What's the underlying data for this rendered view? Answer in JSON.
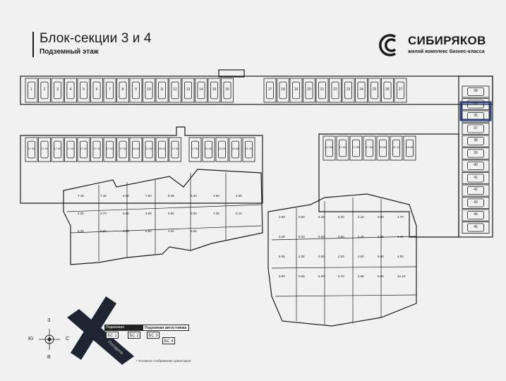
{
  "header": {
    "title": "Блок-секции 3 и 4",
    "subtitle": "Подземный этаж"
  },
  "brand": {
    "name": "СИБИРЯКОВ",
    "tagline": "жилой комплекс бизнес-класса"
  },
  "legend": {
    "parking_dark": "Подземная автостоянка",
    "parking_light": "Подземная автостоянка",
    "blocks": [
      "БС 1",
      "БС 2",
      "БС 3",
      "БС 4"
    ],
    "note": "* Условное отображение ориентиров"
  },
  "compass": {
    "n": "З",
    "s": "В",
    "w": "Ю",
    "e": "С"
  },
  "streets": {
    "b": "Погодина"
  },
  "parking": {
    "top_row_a": [
      "1",
      "2",
      "3",
      "4",
      "5",
      "6",
      "7",
      "8",
      "9",
      "10",
      "11",
      "12",
      "13",
      "14",
      "15",
      "16"
    ],
    "top_row_b": [
      "17",
      "18",
      "19",
      "20",
      "21",
      "22",
      "23",
      "24",
      "25",
      "26",
      "27"
    ],
    "right_column": [
      "34",
      "35",
      "36",
      "37",
      "38",
      "39",
      "40",
      "41",
      "42",
      "43",
      "44",
      "45"
    ],
    "left_block": [
      "17.00",
      "17.90",
      "17.90",
      "17.90",
      "17.90",
      "17.90",
      "17.90",
      "17.90",
      "25.00",
      "21.80",
      "25.00",
      "17.50"
    ],
    "mid_block": [
      "17.50",
      "21.80",
      "20.25",
      "19.05",
      "21.30"
    ],
    "right_block": [
      "17.55",
      "17.55",
      "17.55",
      "17.55",
      "20.80",
      "21.10",
      "19.65"
    ],
    "highlighted_label": "34"
  },
  "rooms_left": [
    "7.15",
    "7.15",
    "6.08",
    "7.00",
    "8.45",
    "8.20",
    "4.60",
    "4.05",
    "4.35",
    "3.70",
    "5.90",
    "3.90",
    "6.90",
    "5.90",
    "7.25",
    "6.10",
    "6.35",
    "6.50",
    "4.95",
    "5.60",
    "4.20",
    "6.55"
  ],
  "rooms_right": [
    "4.80",
    "6.50",
    "6.30",
    "5.20",
    "4.15",
    "5.80",
    "4.70",
    "4.25",
    "6.30",
    "5.50",
    "6.50",
    "4.45",
    "5.85",
    "4.40",
    "6.95",
    "4.35",
    "6.50",
    "4.20",
    "4.50",
    "5.00",
    "4.90",
    "6.90",
    "5.65",
    "6.00",
    "6.70",
    "4.65",
    "5.00",
    "10.10"
  ]
}
